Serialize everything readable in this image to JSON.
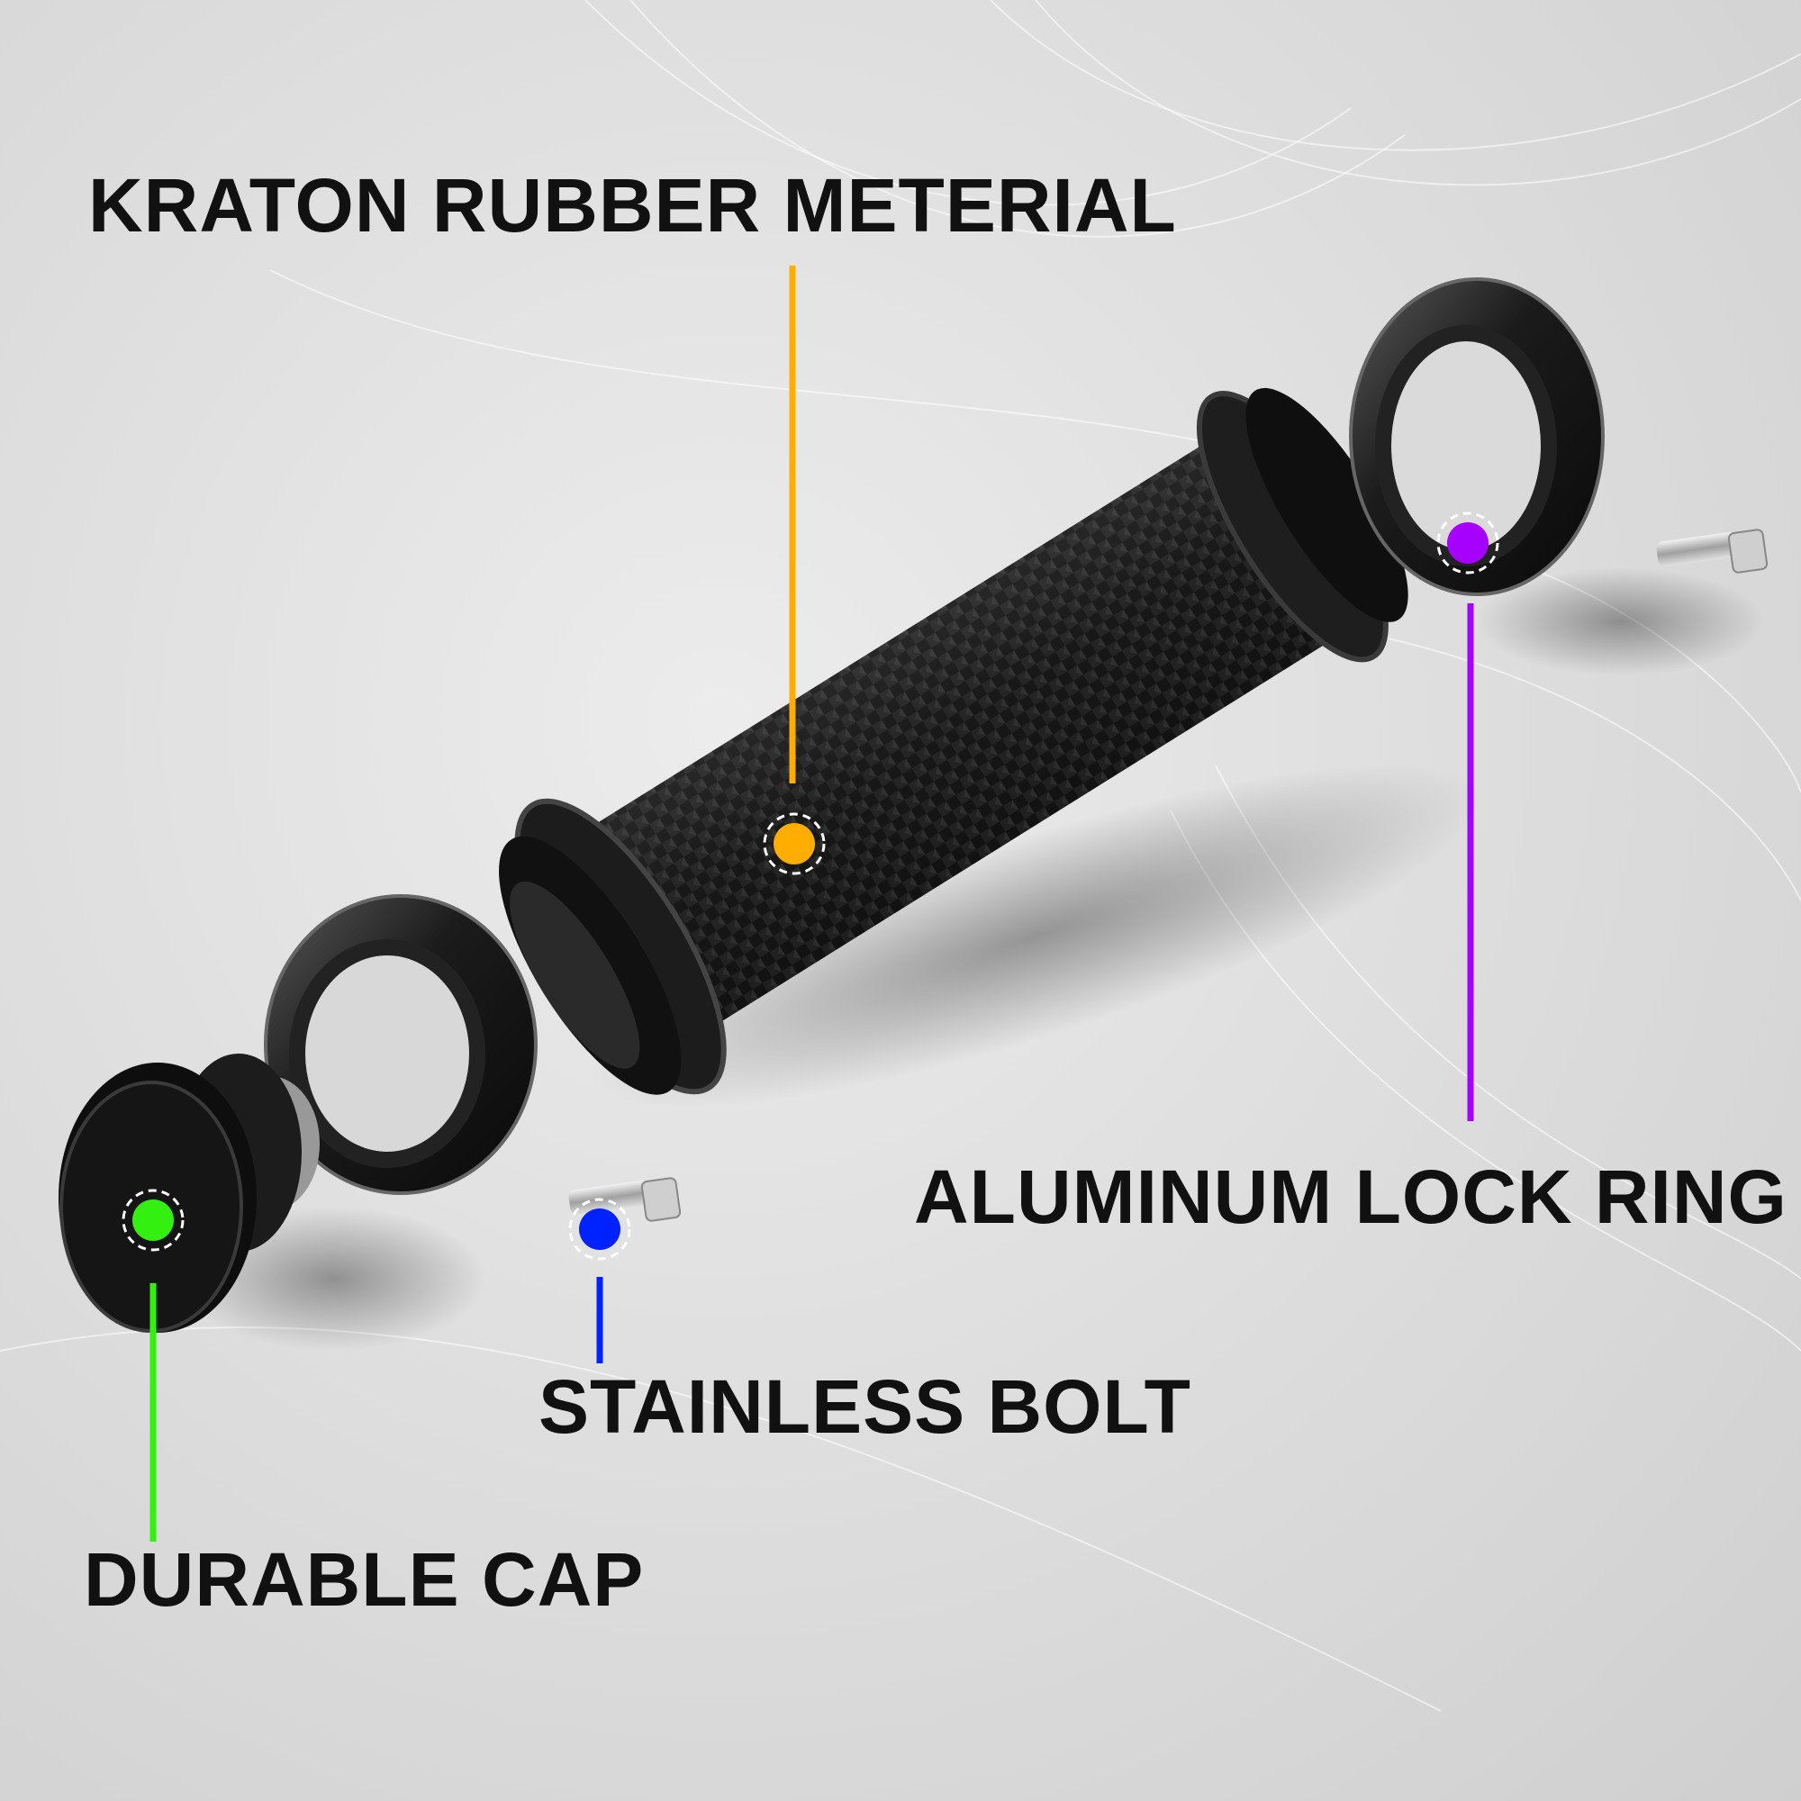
{
  "labels": {
    "rubber": "KRATON RUBBER METERIAL",
    "ring": "ALUMINUM LOCK RING",
    "bolt": "STAINLESS BOLT",
    "cap": "DURABLE CAP"
  },
  "callout_colors": {
    "rubber": "#ffae00",
    "ring": "#a600ff",
    "bolt": "#0022ff",
    "cap": "#34f010"
  },
  "parts": [
    "rubber-grip",
    "lock-ring-outer",
    "lock-ring-inner",
    "end-cap",
    "bolt-inner",
    "bolt-outer"
  ]
}
